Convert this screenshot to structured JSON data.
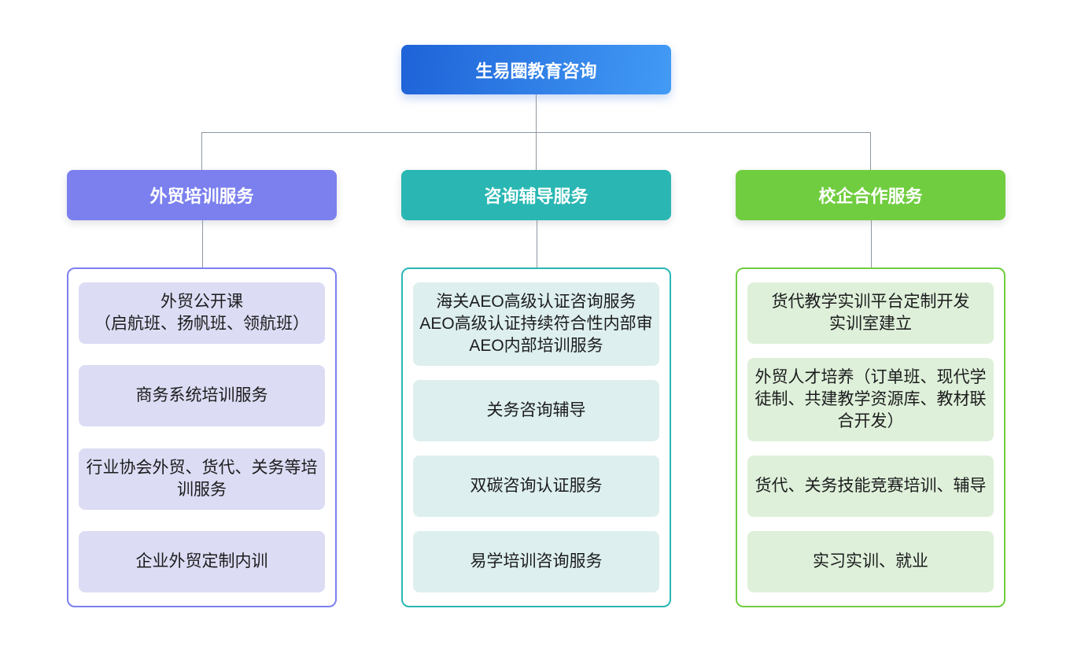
{
  "page": {
    "background": "#ffffff",
    "connector_color": "#8f97a0"
  },
  "root": {
    "label": "生易圈教育咨询",
    "gradient_start": "#1e63d8",
    "gradient_end": "#429bf5"
  },
  "branches": [
    {
      "label": "外贸培训服务",
      "accent": "#7b80ee",
      "item_background": "#dcdcf4",
      "items": [
        "外贸公开课\n（启航班、扬帆班、领航班）",
        "商务系统培训服务",
        "行业协会外贸、货代、关务等培训服务",
        "企业外贸定制内训"
      ]
    },
    {
      "label": "咨询辅导服务",
      "accent": "#2ab7b3",
      "item_background": "#ddefee",
      "items": [
        "海关AEO高级认证咨询服务\nAEO高级认证持续符合性内部审\nAEO内部培训服务",
        "关务咨询辅导",
        "双碳咨询认证服务",
        "易学培训咨询服务"
      ]
    },
    {
      "label": "校企合作服务",
      "accent": "#70cd3f",
      "item_background": "#def0d9",
      "items": [
        "货代教学实训平台定制开发\n实训室建立",
        "外贸人才培养（订单班、现代学徒制、共建教学资源库、教材联合开发）",
        "货代、关务技能竞赛培训、辅导",
        "实习实训、就业"
      ]
    }
  ]
}
